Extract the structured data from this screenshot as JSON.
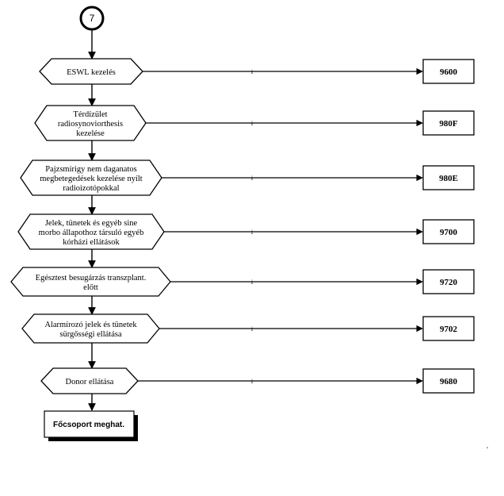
{
  "connector": {
    "label": "7"
  },
  "steps": [
    {
      "lines": [
        "ESWL kezelés"
      ],
      "code": "9600",
      "mark": "i"
    },
    {
      "lines": [
        "Térdízület",
        "radiosynoviorthesis",
        "kezelése"
      ],
      "code": "980F",
      "mark": "i"
    },
    {
      "lines": [
        "Pajzsmirigy nem daganatos",
        "megbetegedések kezelése nyílt",
        "radioizotópokkal"
      ],
      "code": "980E",
      "mark": "i"
    },
    {
      "lines": [
        "Jelek, tünetek és egyéb sine",
        "morbo állapothoz társuló egyéb",
        "kórházi ellátások"
      ],
      "code": "9700",
      "mark": "i"
    },
    {
      "lines": [
        "Egésztest besugárzás transzplant.",
        "előtt"
      ],
      "code": "9720",
      "mark": "i"
    },
    {
      "lines": [
        "Alarmírozó jelek és tünetek",
        "sürgősségi ellátása"
      ],
      "code": "9702",
      "mark": "i"
    },
    {
      "lines": [
        "Donor ellátása"
      ],
      "code": "9680",
      "mark": "i"
    }
  ],
  "terminal": {
    "label": "Főcsoport meghat."
  },
  "footnote": "\""
}
